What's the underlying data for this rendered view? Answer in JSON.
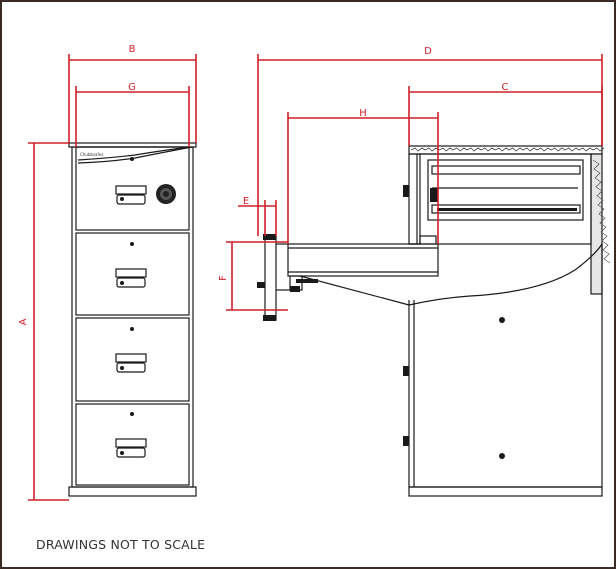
{
  "dimensions": {
    "a": "A",
    "b": "B",
    "c": "C",
    "d": "D",
    "e": "E",
    "f": "F",
    "g": "G",
    "h": "H"
  },
  "note": "DRAWINGS NOT TO SCALE",
  "colors": {
    "dimension_line": "#d0202a",
    "line_art": "#1a1a1a",
    "frame": "#3a2a26"
  }
}
